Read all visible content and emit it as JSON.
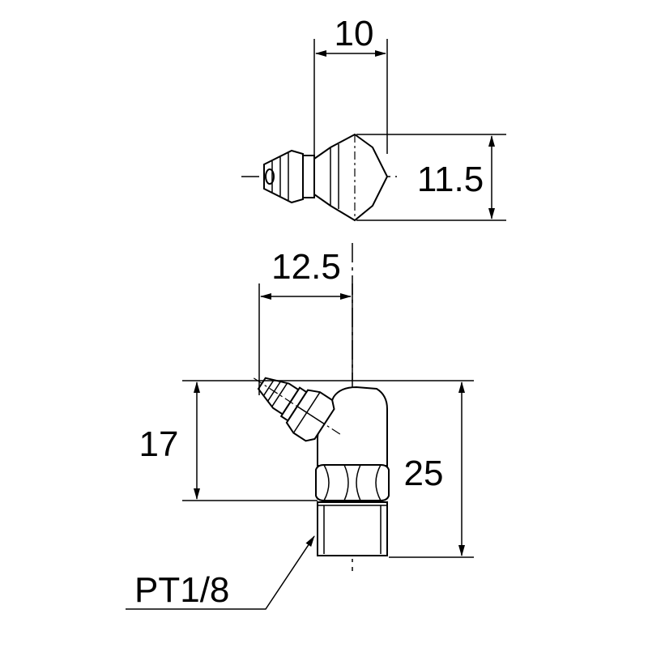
{
  "top_view": {
    "width_dim": "10",
    "height_dim": "11.5"
  },
  "side_view": {
    "offset_dim": "12.5",
    "height_dim": "17",
    "overall_height_dim": "25",
    "thread_label": "PT1/8"
  },
  "colors": {
    "line": "#000000",
    "background": "#ffffff"
  }
}
